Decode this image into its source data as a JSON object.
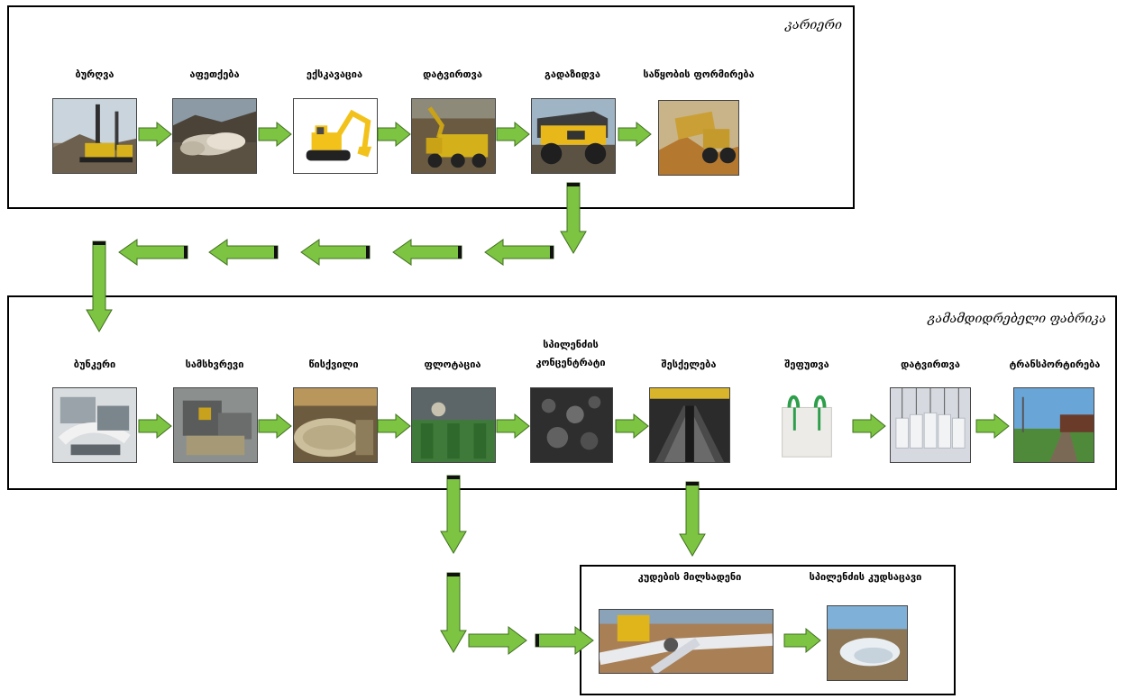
{
  "quarry": {
    "title": "კარიერი",
    "steps": [
      {
        "label": "ბურღვა",
        "image": "drilling-rig-photo"
      },
      {
        "label": "აფეთქება",
        "image": "blasting-photo"
      },
      {
        "label": "ექსკავაცია",
        "image": "excavator-photo"
      },
      {
        "label": "დატვირთვა",
        "image": "loading-photo"
      },
      {
        "label": "გადაზიდვა",
        "image": "haul-truck-photo"
      },
      {
        "label": "საწყობის ფორმირება",
        "image": "stockpile-dumping-photo"
      }
    ]
  },
  "plant": {
    "title": "გამამდიდრებელი ფაბრიკა",
    "steps": [
      {
        "label": "ბუნკერი",
        "image": "bunker-photo"
      },
      {
        "label": "სამსხვრევი",
        "image": "crusher-photo"
      },
      {
        "label": "წისქვილი",
        "image": "mill-photo"
      },
      {
        "label": "ფლოტაცია",
        "image": "flotation-photo"
      },
      {
        "label": "სპილენძის",
        "label2": "კონცენტრატი",
        "image": "copper-concentrate-photo"
      },
      {
        "label": "შესქელება",
        "image": "thickening-photo"
      },
      {
        "label": "შეფუთვა",
        "image": "big-bag-photo"
      },
      {
        "label": "დატვირთვა",
        "image": "bag-loading-photo"
      },
      {
        "label": "ტრანსპორტირება",
        "image": "rail-transport-photo"
      }
    ]
  },
  "tailings": {
    "steps": [
      {
        "label": "კუდების მილსადენი",
        "image": "tailings-pipeline-photo"
      },
      {
        "label": "სპილენძის კუდსაცავი",
        "image": "tailings-pond-photo"
      }
    ]
  },
  "colors": {
    "arrow_fill": "#7dc443",
    "arrow_stroke": "#3f6f1e",
    "arrow_cap": "#111111",
    "border": "#000000"
  }
}
